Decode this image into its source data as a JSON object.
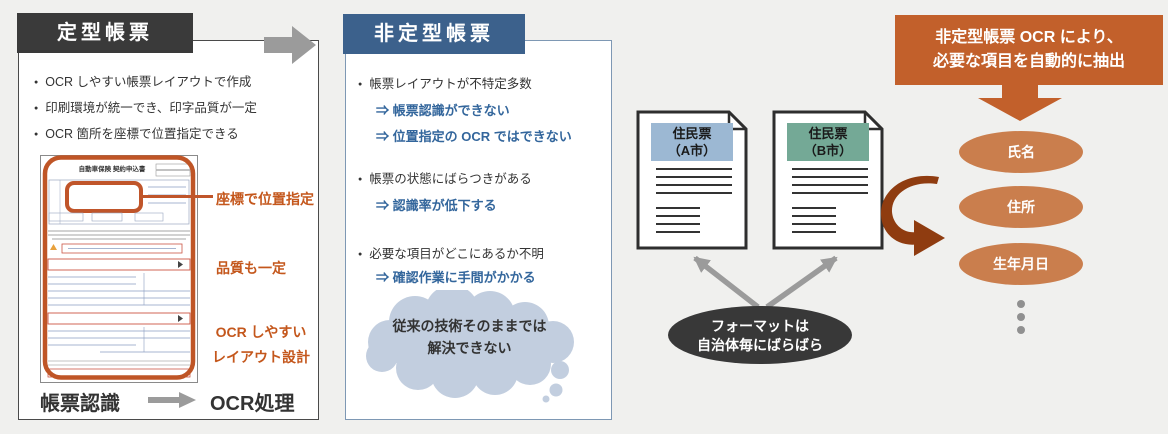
{
  "colors": {
    "accent_orange": "#c2602b",
    "oval_orange": "#ca7e4d",
    "curved_arrow_brown": "#8f3c10",
    "emphasis_blue": "#33669c",
    "header_dark": "#3a3a3a",
    "header_blue": "#3c618c",
    "doc_label_a": "#9cb8d3",
    "doc_label_b": "#74a996",
    "cloud_fill": "#c2cedf",
    "bubble_dark": "#383838",
    "gray_arrow": "#9b9b9b",
    "form_highlight_orange": "#c0552a"
  },
  "left_panel": {
    "header": "定型帳票",
    "bullets": [
      "OCR しやすい帳票レイアウトで作成",
      "印刷環境が統一でき、印字品質が一定",
      "OCR 箇所を座標で位置指定できる"
    ],
    "form_title": "自動車保険 契約申込書",
    "annotations": {
      "coordinate": "座標で位置指定",
      "quality": "品質も一定",
      "layout_line1": "OCR しやすい",
      "layout_line2": "レイアウト設計"
    },
    "footer": {
      "left": "帳票認識",
      "right": "OCR処理"
    }
  },
  "middle_panel": {
    "header": "非定型帳票",
    "items": [
      {
        "bullet": "帳票レイアウトが不特定多数",
        "consequences": [
          "⇒ 帳票認識ができない",
          "⇒ 位置指定の OCR ではできない"
        ]
      },
      {
        "bullet": "帳票の状態にばらつきがある",
        "consequences": [
          "⇒ 認識率が低下する"
        ]
      },
      {
        "bullet": "必要な項目がどこにあるか不明",
        "consequences": [
          "⇒ 確認作業に手間がかかる"
        ]
      }
    ],
    "cloud": {
      "line1": "従来の技術そのままでは",
      "line2": "解決できない"
    }
  },
  "right_section": {
    "documents": [
      {
        "label_line1": "住民票",
        "label_line2": "（A市）"
      },
      {
        "label_line1": "住民票",
        "label_line2": "（B市）"
      }
    ],
    "format_bubble": {
      "line1": "フォーマットは",
      "line2": "自治体毎にばらばら"
    },
    "callout": {
      "line1": "非定型帳票 OCR により、",
      "line2": "必要な項目を自動的に抽出"
    },
    "fields": [
      "氏名",
      "住所",
      "生年月日"
    ]
  }
}
